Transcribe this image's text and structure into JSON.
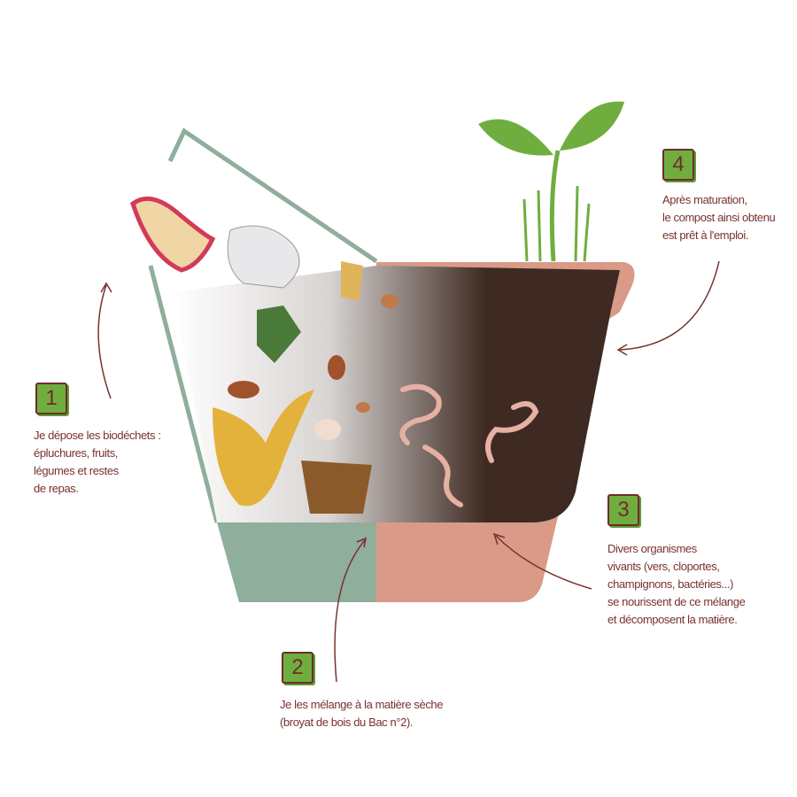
{
  "steps": [
    {
      "number": "1",
      "text": "Je dépose les biodéchets :\népluchures, fruits,\nlégumes et restes\nde repas."
    },
    {
      "number": "2",
      "text": "Je les mélange à la matière sèche\n(broyat de bois du Bac n°2)."
    },
    {
      "number": "3",
      "text": "Divers organismes\nvivants (vers, cloportes,\nchampignons, bactéries...)\nse nourissent de ce mélange\net décomposent la matière."
    },
    {
      "number": "4",
      "text": "Après maturation,\nle compost ainsi obtenu\nest prêt à l'emploi."
    }
  ],
  "colors": {
    "badge": "#6fae3e",
    "text": "#7a3030",
    "bin_green": "#8fae9c",
    "pot_pink": "#d99a88",
    "soil": "#3e2a22"
  }
}
